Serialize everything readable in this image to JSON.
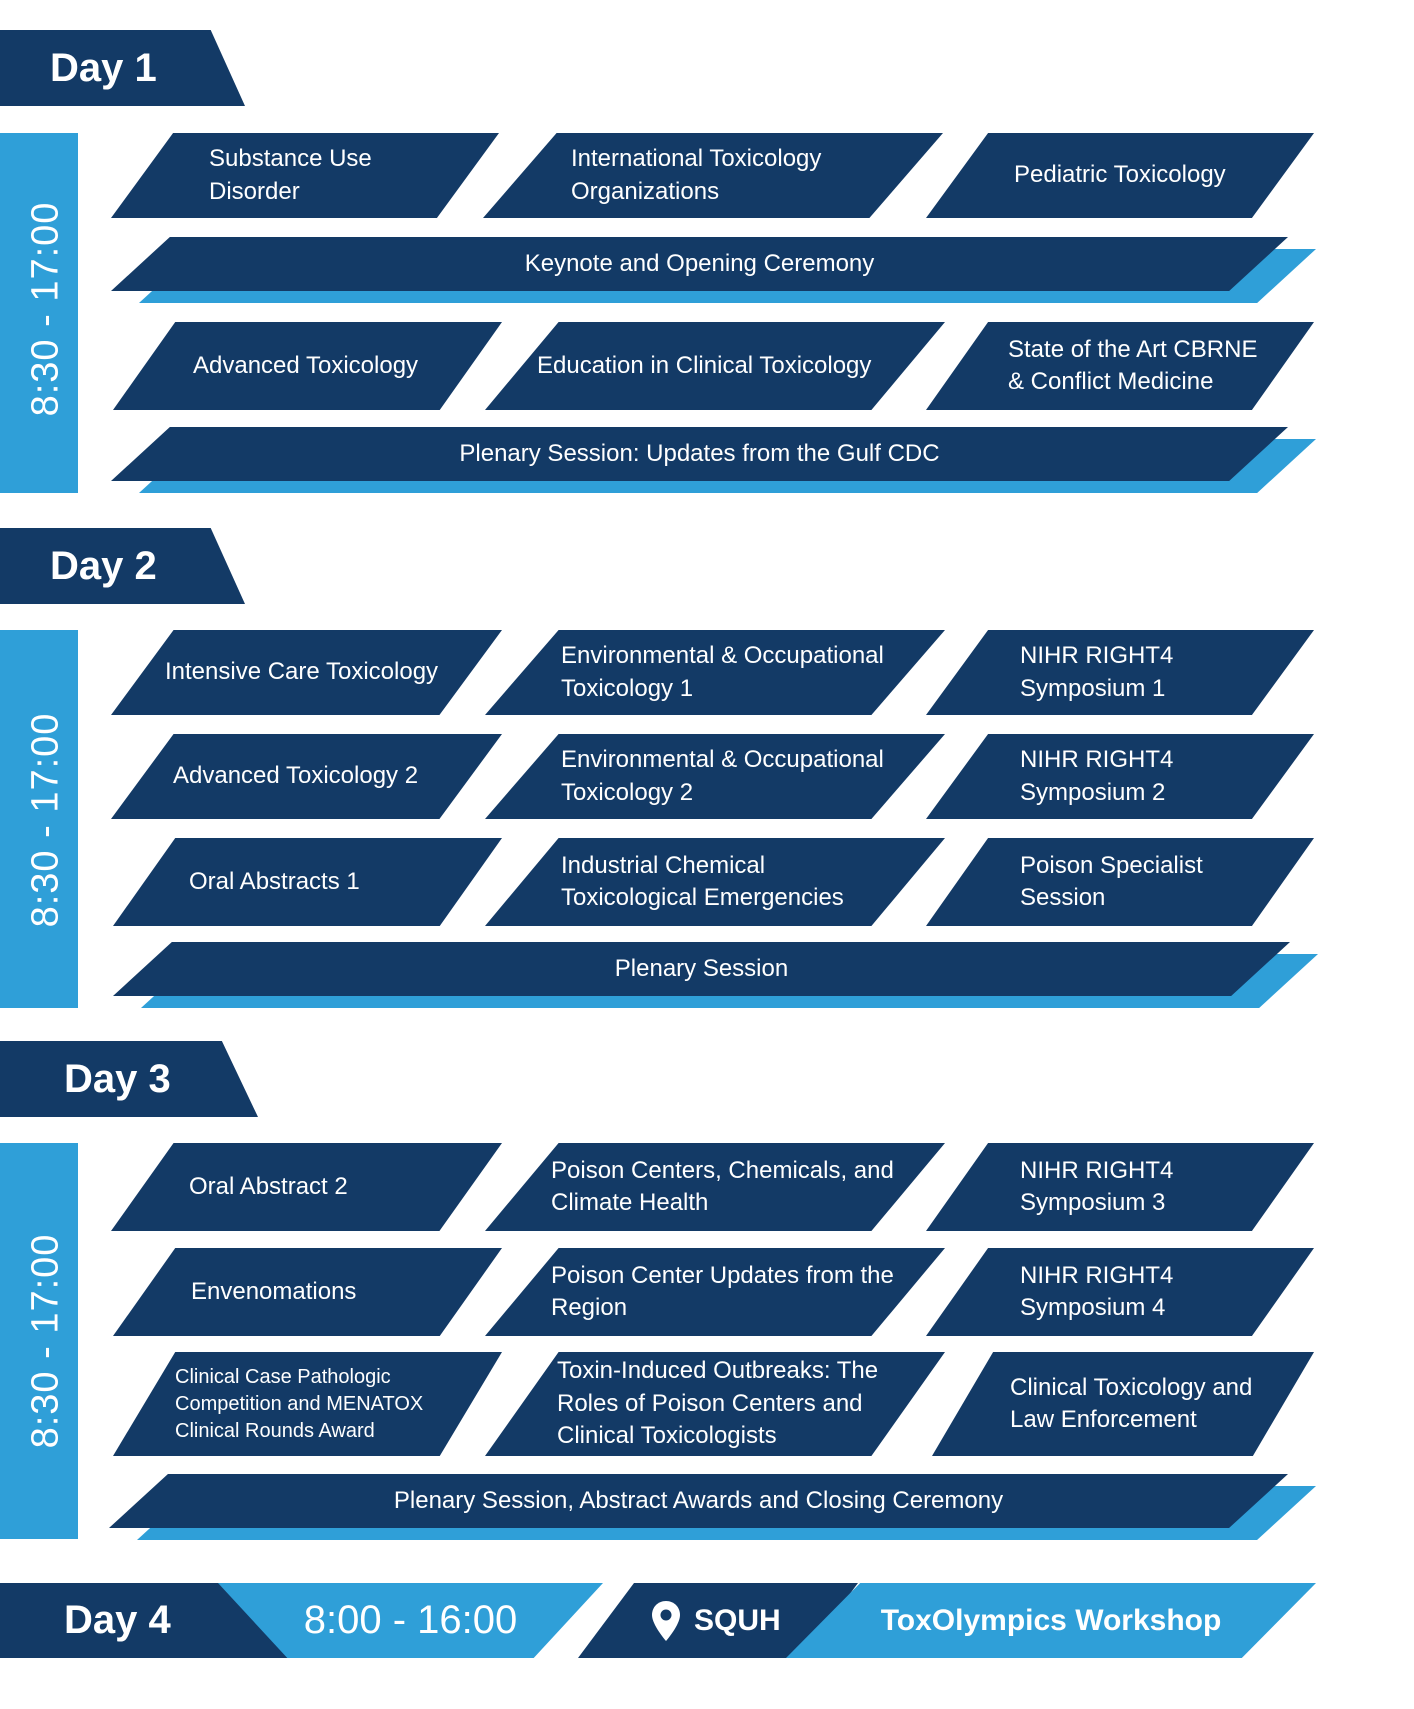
{
  "day1": {
    "label": "Day 1",
    "time": "8:30 - 17:00",
    "row1": [
      {
        "lines": [
          "Substance Use",
          "Disorder"
        ]
      },
      {
        "lines": [
          "International Toxicology",
          "Organizations"
        ]
      },
      {
        "lines": [
          "Pediatric Toxicology"
        ]
      }
    ],
    "bar1": "Keynote and Opening Ceremony",
    "row2": [
      {
        "lines": [
          "Advanced Toxicology"
        ]
      },
      {
        "lines": [
          "Education in Clinical Toxicology"
        ]
      },
      {
        "lines": [
          "State of the Art CBRNE",
          "& Conflict Medicine"
        ]
      }
    ],
    "bar2": "Plenary Session: Updates from the Gulf CDC"
  },
  "day2": {
    "label": "Day 2",
    "time": "8:30 - 17:00",
    "row1": [
      {
        "lines": [
          "Intensive Care Toxicology"
        ]
      },
      {
        "lines": [
          "Environmental & Occupational",
          "Toxicology 1"
        ]
      },
      {
        "lines": [
          "NIHR RIGHT4",
          "Symposium 1"
        ]
      }
    ],
    "row2": [
      {
        "lines": [
          "Advanced Toxicology 2"
        ]
      },
      {
        "lines": [
          "Environmental & Occupational",
          "Toxicology 2"
        ]
      },
      {
        "lines": [
          "NIHR RIGHT4",
          "Symposium 2"
        ]
      }
    ],
    "row3": [
      {
        "lines": [
          "Oral Abstracts 1"
        ]
      },
      {
        "lines": [
          "Industrial Chemical",
          "Toxicological Emergencies"
        ]
      },
      {
        "lines": [
          "Poison Specialist",
          "Session"
        ]
      }
    ],
    "bar1": "Plenary Session"
  },
  "day3": {
    "label": "Day 3",
    "time": "8:30 - 17:00",
    "row1": [
      {
        "lines": [
          "Oral Abstract 2"
        ]
      },
      {
        "lines": [
          "Poison Centers, Chemicals, and",
          "Climate Health"
        ]
      },
      {
        "lines": [
          "NIHR RIGHT4",
          "Symposium 3"
        ]
      }
    ],
    "row2": [
      {
        "lines": [
          "Envenomations"
        ]
      },
      {
        "lines": [
          "Poison Center Updates from the",
          "Region"
        ]
      },
      {
        "lines": [
          "NIHR RIGHT4",
          "Symposium 4"
        ]
      }
    ],
    "row3": [
      {
        "lines": [
          "Clinical Case Pathologic",
          "Competition and MENATOX",
          "Clinical Rounds Award"
        ]
      },
      {
        "lines": [
          "Toxin-Induced Outbreaks: The",
          "Roles of Poison Centers and",
          "Clinical Toxicologists"
        ]
      },
      {
        "lines": [
          "Clinical Toxicology and",
          "Law Enforcement"
        ]
      }
    ],
    "bar1": "Plenary Session, Abstract Awards and Closing Ceremony"
  },
  "day4": {
    "label": "Day 4",
    "time": "8:00 - 16:00",
    "location_icon": "map-pin-icon",
    "location": "SQUH",
    "workshop": "ToxOlympics Workshop"
  },
  "colors": {
    "navy": "#133a66",
    "sky": "#2f9fd8"
  }
}
